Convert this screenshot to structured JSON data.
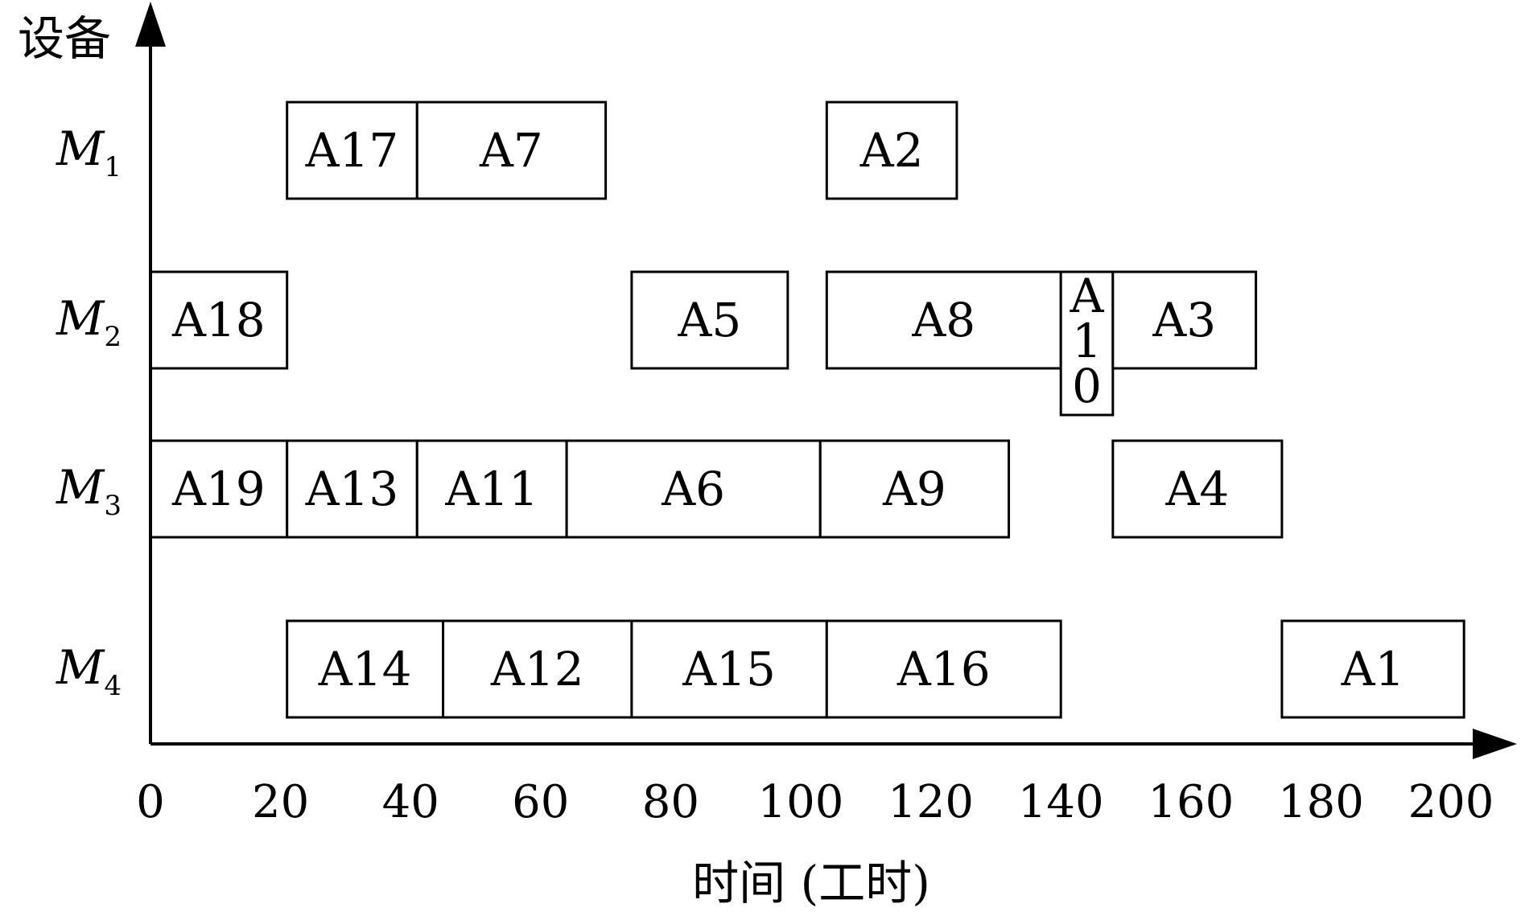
{
  "chart_data": {
    "type": "gantt",
    "ylabel": "设备",
    "xlabel": "时间 (工时)",
    "xlim": [
      0,
      200
    ],
    "xticks": [
      0,
      20,
      40,
      60,
      80,
      100,
      120,
      140,
      160,
      180,
      200
    ],
    "grid": false,
    "rows": [
      {
        "base": "M",
        "sub": "1"
      },
      {
        "base": "M",
        "sub": "2"
      },
      {
        "base": "M",
        "sub": "3"
      },
      {
        "base": "M",
        "sub": "4"
      }
    ],
    "tasks": [
      {
        "name": "A17",
        "row": 0,
        "start": 21,
        "end": 41
      },
      {
        "name": "A7",
        "row": 0,
        "start": 41,
        "end": 70
      },
      {
        "name": "A2",
        "row": 0,
        "start": 104,
        "end": 124
      },
      {
        "name": "A18",
        "row": 1,
        "start": 0,
        "end": 21
      },
      {
        "name": "A5",
        "row": 1,
        "start": 74,
        "end": 98
      },
      {
        "name": "A8",
        "row": 1,
        "start": 104,
        "end": 140
      },
      {
        "name": "A10",
        "row": 1,
        "start": 140,
        "end": 148
      },
      {
        "name": "A3",
        "row": 1,
        "start": 148,
        "end": 170
      },
      {
        "name": "A19",
        "row": 2,
        "start": 0,
        "end": 21
      },
      {
        "name": "A13",
        "row": 2,
        "start": 21,
        "end": 41
      },
      {
        "name": "A11",
        "row": 2,
        "start": 41,
        "end": 64
      },
      {
        "name": "A6",
        "row": 2,
        "start": 64,
        "end": 103
      },
      {
        "name": "A9",
        "row": 2,
        "start": 103,
        "end": 132
      },
      {
        "name": "A4",
        "row": 2,
        "start": 148,
        "end": 174
      },
      {
        "name": "A14",
        "row": 3,
        "start": 21,
        "end": 45
      },
      {
        "name": "A12",
        "row": 3,
        "start": 45,
        "end": 74
      },
      {
        "name": "A15",
        "row": 3,
        "start": 74,
        "end": 104
      },
      {
        "name": "A16",
        "row": 3,
        "start": 104,
        "end": 140
      },
      {
        "name": "A1",
        "row": 3,
        "start": 174,
        "end": 202
      }
    ]
  }
}
